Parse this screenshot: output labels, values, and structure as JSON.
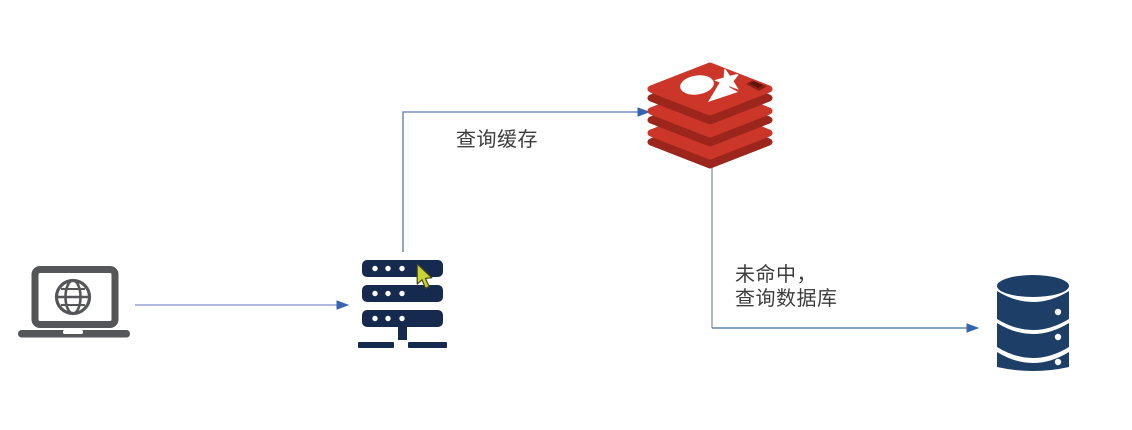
{
  "diagram": {
    "type": "architecture-flow",
    "background": "#ffffff",
    "nodes": [
      {
        "id": "client",
        "icon": "laptop-globe-icon",
        "color": "#55565a"
      },
      {
        "id": "app-server",
        "icon": "server-rack-icon",
        "color": "#152a4e"
      },
      {
        "id": "redis-cache",
        "icon": "redis-stack-icon",
        "color": "#cc3629",
        "color_dark": "#9c261c"
      },
      {
        "id": "database",
        "icon": "database-cylinder-icon",
        "color": "#1d3e66"
      }
    ],
    "edges": [
      {
        "from": "client",
        "to": "app-server",
        "label": ""
      },
      {
        "from": "app-server",
        "to": "redis-cache",
        "label": "查询缓存"
      },
      {
        "from": "redis-cache",
        "to": "database",
        "label": "未命中，查询数据库"
      }
    ],
    "labels": {
      "query_cache": "查询缓存",
      "cache_miss_line1": "未命中，",
      "cache_miss_line2": "查询数据库"
    },
    "colors": {
      "laptop_gray": "#55565a",
      "server_navy": "#152a4e",
      "redis_red": "#cc3629",
      "redis_dark_red": "#9c261c",
      "db_navy": "#1d3e66",
      "edge_line_light_blue": "#92a2d2",
      "edge_line_blue": "#7392bf",
      "edge_line_gray": "#99a3ab",
      "edge_line_steel": "#5e86b0",
      "arrowhead_blue": "#3565ae",
      "cursor_yellow_green": "#c9d434",
      "label_text": "#3d3d3d"
    }
  }
}
